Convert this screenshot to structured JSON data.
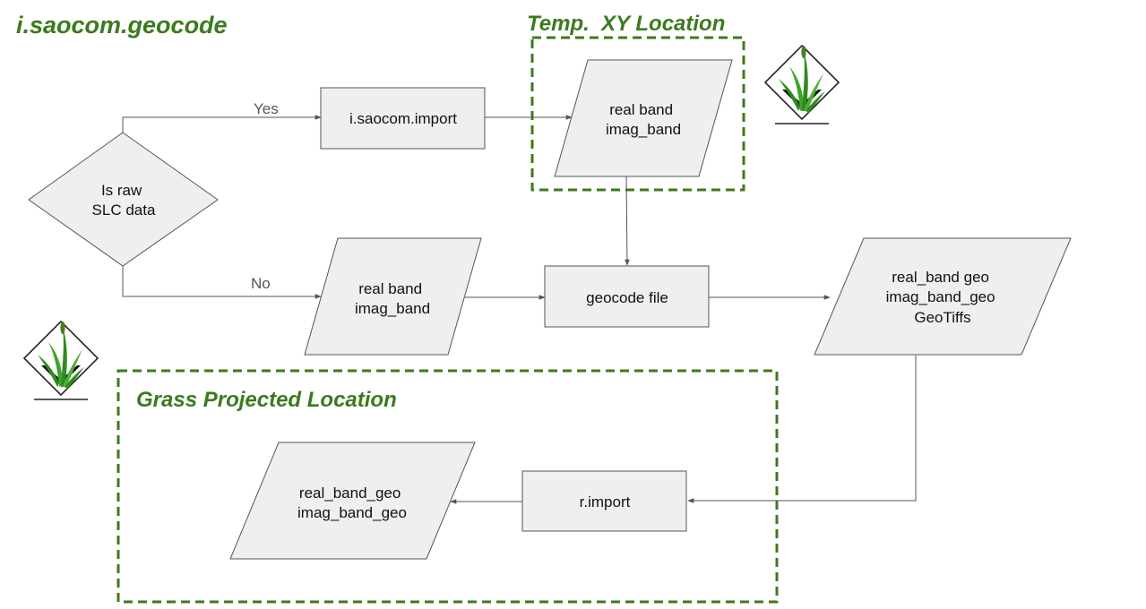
{
  "title": "i.saocom.geocode",
  "groups": {
    "temp_xy": "Temp.  XY Location",
    "grass_projected": "Grass Projected Location"
  },
  "nodes": {
    "decision": [
      "Is raw",
      "SLC data"
    ],
    "import_process": "i.saocom.import",
    "temp_data": [
      "real band",
      "imag_band"
    ],
    "raw_data": [
      "real band",
      "imag_band"
    ],
    "geocode_process": "geocode file",
    "geotiffs": [
      "real_band geo",
      "imag_band_geo",
      "GeoTiffs"
    ],
    "r_import": "r.import",
    "final_data": [
      "real_band_geo",
      "imag_band_geo"
    ]
  },
  "edge_labels": {
    "yes": "Yes",
    "no": "No"
  },
  "colors": {
    "group_border": "#3c7a1e",
    "node_fill": "#efefef",
    "node_stroke": "#555555",
    "edge": "#555555",
    "title": "#3c7a1e"
  },
  "logos": [
    "grass-gis-logo",
    "grass-gis-logo"
  ]
}
